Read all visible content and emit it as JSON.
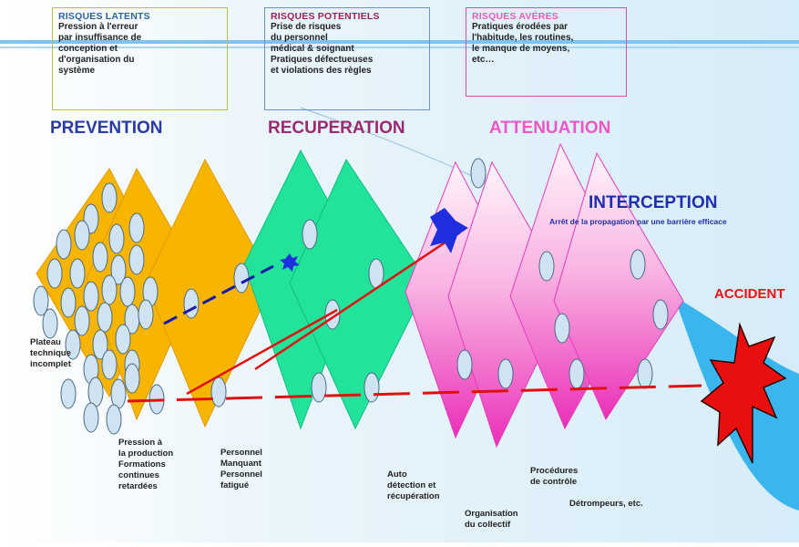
{
  "boxes": {
    "latent": {
      "title": "RISQUES LATENTS",
      "body": "Pression à l'erreur\npar insuffisance de\nconception et\nd'organisation du\nsystème",
      "color": "#b8bc52"
    },
    "potential": {
      "title": "RISQUES POTENTIELS",
      "body": "Prise de risques\ndu  personnel\nmédical & soignant\nPratiques défectueuses\net violations des règles",
      "color": "#6f8fcf"
    },
    "proven": {
      "title": "RISQUES AVÉRES",
      "body": "Pratiques  érodées par\nl'habitude, les routines,\nle manque de moyens,\netc…",
      "color": "#d24fb0"
    }
  },
  "headings": {
    "prevention": "PREVENTION",
    "recuperation": "RECUPERATION",
    "attenuation": "ATTENUATION",
    "interception": "INTERCEPTION",
    "interception_sub": "Arrêt de la propagation par une barrière efficace",
    "accident": "ACCIDENT"
  },
  "labels": {
    "plateau": "Plateau\ntechnique\nincomplet",
    "pression": "Pression à\nla production\nFormations\ncontinues\nretardées",
    "personnel": "Personnel\nManquant\nPersonnel\nfatigué",
    "auto": "Auto\ndétection et\nrécupération",
    "organisation": "Organisation\ndu collectif",
    "procedures": "Procédures\nde contrôle",
    "detrompeurs": "Détrompeurs, etc."
  },
  "colors": {
    "prevention": "#f7b500",
    "recuperation": "#22e39a",
    "attenuation": "#ee3fc0",
    "accident": "#ee1111",
    "wedge": "#3ab5ee",
    "trajectory": "#e01010",
    "blocked": "#1a1aa8",
    "sky": "#e6f3fb"
  }
}
